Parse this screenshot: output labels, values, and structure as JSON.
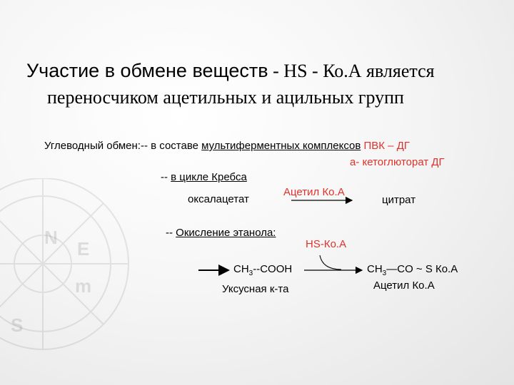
{
  "heading": {
    "line1_sans": "Участие в обмене веществ",
    "line1_serif": " - HS - Ко.А является",
    "line2": "переносчиком ацетильных и ацильных групп"
  },
  "carb": {
    "prefix": "Углеводный обмен:-- в составе ",
    "underlined": "мультиферментных комплексов",
    "red_pvk": " ПВК – ДГ",
    "red_akg": "а- кетоглюторат ДГ"
  },
  "krebs": {
    "dash": "-- ",
    "label": "в цикле Кребса",
    "oxaloacetate": "оксалацетат",
    "acetyl_coa": "Ацетил Ко.А",
    "citrate": "цитрат"
  },
  "ethanol": {
    "dash": "-- ",
    "label": "Окисление этанола:",
    "hs_coa": "HS-Ко.А",
    "acetic_formula": {
      "a": "CH",
      "sub": "3",
      "b": "--COOH"
    },
    "acetic_name": "Уксусная к-та",
    "acetyl_formula": {
      "a": "CH",
      "sub": "3",
      "b": "—CO  ~ S Ко.А"
    },
    "acetyl_name": "Ацетил Ко.А"
  },
  "colors": {
    "red": "#e0322a"
  }
}
